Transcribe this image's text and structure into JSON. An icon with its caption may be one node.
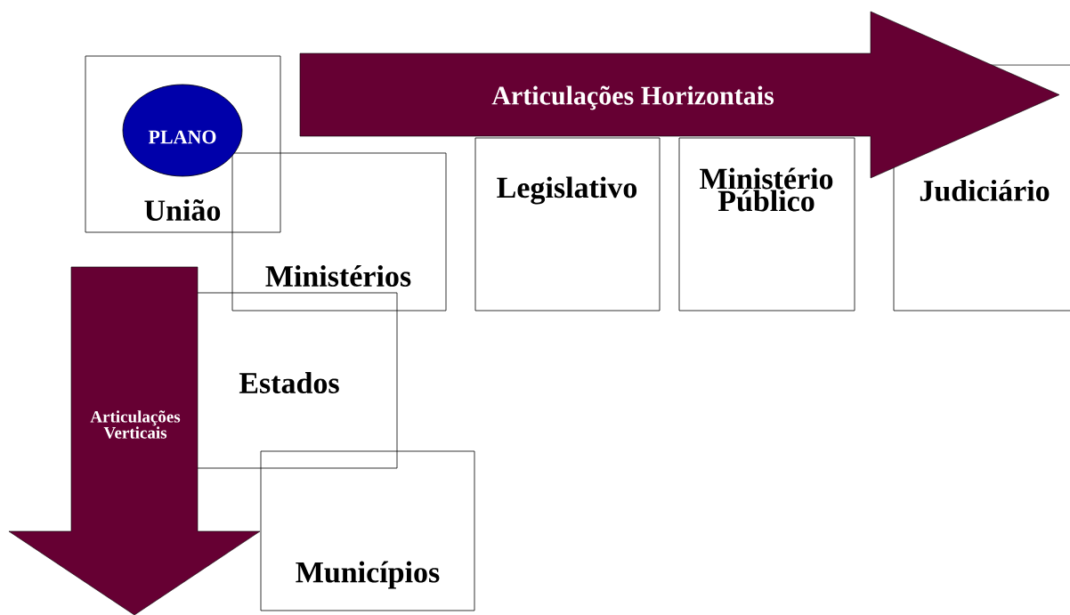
{
  "diagram": {
    "nodes": [
      {
        "text": [
          "União"
        ]
      },
      {
        "text": [
          "PLANO"
        ],
        "in": 0
      },
      {
        "text": [
          "Ministérios"
        ]
      },
      {
        "text": [
          "Legislativo"
        ]
      },
      {
        "text": [
          "Ministério Público"
        ]
      },
      {
        "text": [
          "Judiciário"
        ]
      },
      {
        "text": [
          "Estados"
        ]
      },
      {
        "text": [
          "Municípios"
        ]
      },
      {
        "text": [
          "Articulações Horizontais"
        ]
      },
      {
        "text": [
          "Articulações Verticais"
        ]
      }
    ]
  }
}
